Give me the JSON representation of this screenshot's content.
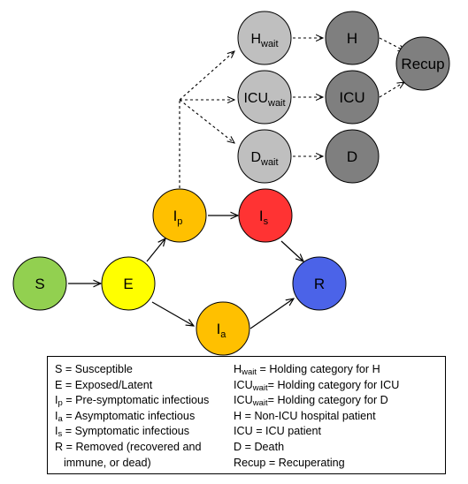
{
  "colors": {
    "susceptible": "#92d050",
    "exposed": "#ffff00",
    "infectious_orange": "#ffc000",
    "symptomatic": "#ff3333",
    "removed": "#4b63e8",
    "waiting": "#bfbfbf",
    "hospital": "#7f7f7f",
    "recup": "#7f7f7f"
  },
  "nodes": {
    "S": {
      "base": "S",
      "sub": ""
    },
    "E": {
      "base": "E",
      "sub": ""
    },
    "Ip": {
      "base": "I",
      "sub": "p"
    },
    "Is": {
      "base": "I",
      "sub": "s"
    },
    "Ia": {
      "base": "I",
      "sub": "a"
    },
    "R": {
      "base": "R",
      "sub": ""
    },
    "Hwait": {
      "base": "H",
      "sub": "wait"
    },
    "ICUwait": {
      "base": "ICU",
      "sub": "wait"
    },
    "Dwait": {
      "base": "D",
      "sub": "wait"
    },
    "H": {
      "base": "H",
      "sub": ""
    },
    "ICU": {
      "base": "ICU",
      "sub": ""
    },
    "D": {
      "base": "D",
      "sub": ""
    },
    "Recup": {
      "base": "Recup",
      "sub": ""
    }
  },
  "legend": {
    "left": [
      {
        "sym": "S",
        "sub": "",
        "text": " = Susceptible"
      },
      {
        "sym": "E",
        "sub": "",
        "text": " = Exposed/Latent"
      },
      {
        "sym": "I",
        "sub": "p",
        "text": " = Pre-symptomatic infectious"
      },
      {
        "sym": "I",
        "sub": "a",
        "text": " = Asymptomatic infectious"
      },
      {
        "sym": "I",
        "sub": "s",
        "text": " = Symptomatic  infectious"
      },
      {
        "sym": "R",
        "sub": "",
        "text": " = Removed (recovered and"
      },
      {
        "sym": "",
        "sub": "",
        "text": "immune, or dead)"
      }
    ],
    "right": [
      {
        "sym": "H",
        "sub": "wait",
        "text": " = Holding category for H"
      },
      {
        "sym": "ICU",
        "sub": "wait",
        "text": "= Holding category for ICU"
      },
      {
        "sym": "ICU",
        "sub": "wait",
        "text": "= Holding category for D"
      },
      {
        "sym": "H",
        "sub": "",
        "text": " = Non-ICU hospital patient"
      },
      {
        "sym": "ICU",
        "sub": "",
        "text": " = ICU patient"
      },
      {
        "sym": "D",
        "sub": "",
        "text": " = Death"
      },
      {
        "sym": "Recup",
        "sub": "",
        "text": " = Recuperating"
      }
    ]
  }
}
